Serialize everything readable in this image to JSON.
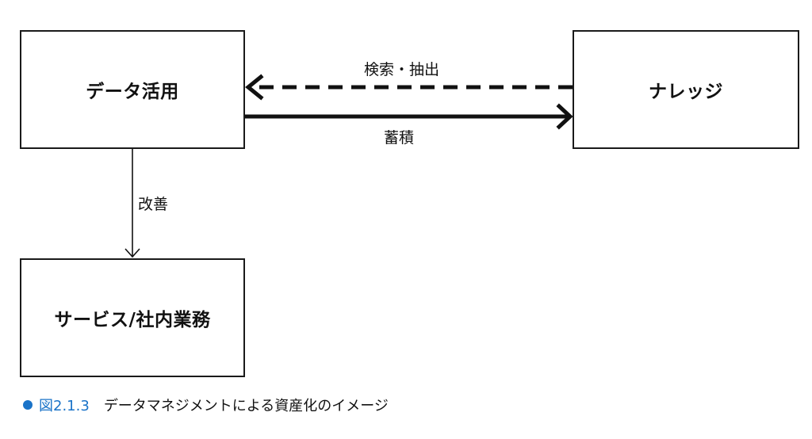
{
  "nodes": {
    "data": "データ活用",
    "knowledge": "ナレッジ",
    "service": "サービス/社内業務"
  },
  "edges": {
    "search": "検索・抽出",
    "accumulate": "蓄積",
    "improve": "改善"
  },
  "caption": {
    "figure_number": "図2.1.3",
    "text": "データマネジメントによる資産化のイメージ",
    "accent_color": "#1a73c8"
  }
}
